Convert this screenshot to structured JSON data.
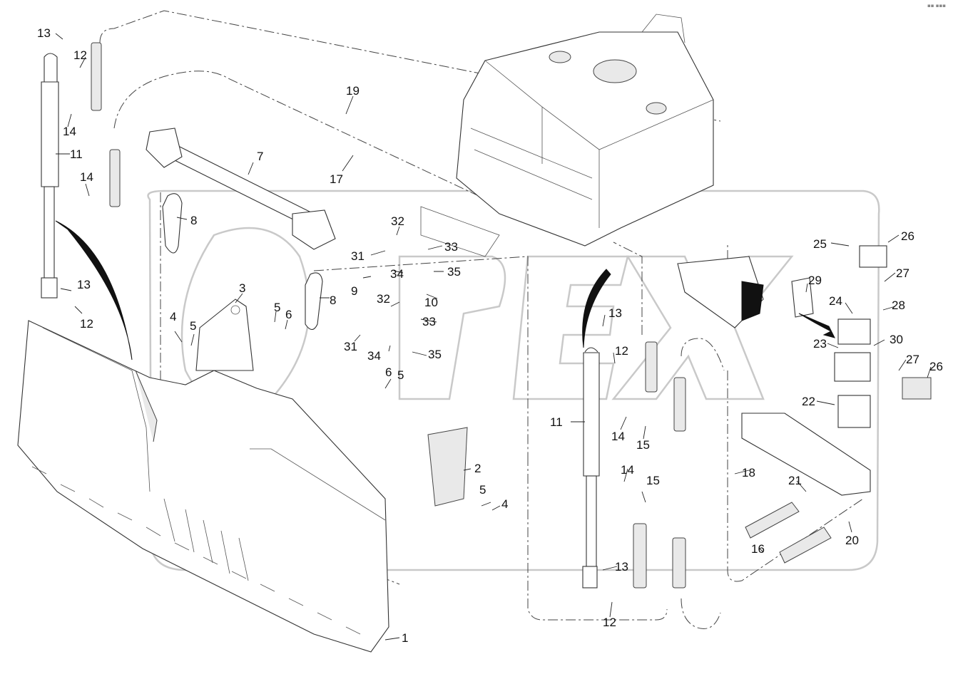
{
  "corner_mark": "▪▪ ▪▪▪",
  "callouts": [
    {
      "id": "c13a",
      "label": "13"
    },
    {
      "id": "c12a",
      "label": "12"
    },
    {
      "id": "c14a",
      "label": "14"
    },
    {
      "id": "c11a",
      "label": "11"
    },
    {
      "id": "c14b",
      "label": "14"
    },
    {
      "id": "c13b",
      "label": "13"
    },
    {
      "id": "c12b",
      "label": "12"
    },
    {
      "id": "c19",
      "label": "19"
    },
    {
      "id": "c17",
      "label": "17"
    },
    {
      "id": "c7",
      "label": "7"
    },
    {
      "id": "c8a",
      "label": "8"
    },
    {
      "id": "c8b",
      "label": "8"
    },
    {
      "id": "c3",
      "label": "3"
    },
    {
      "id": "c4",
      "label": "4"
    },
    {
      "id": "c5a",
      "label": "5"
    },
    {
      "id": "c5b",
      "label": "5"
    },
    {
      "id": "c6a",
      "label": "6"
    },
    {
      "id": "c6b",
      "label": "6"
    },
    {
      "id": "c5c",
      "label": "5"
    },
    {
      "id": "c32a",
      "label": "32"
    },
    {
      "id": "c31a",
      "label": "31"
    },
    {
      "id": "c33a",
      "label": "33"
    },
    {
      "id": "c34a",
      "label": "34"
    },
    {
      "id": "c35a",
      "label": "35"
    },
    {
      "id": "c9",
      "label": "9"
    },
    {
      "id": "c10",
      "label": "10"
    },
    {
      "id": "c32b",
      "label": "32"
    },
    {
      "id": "c33b",
      "label": "33"
    },
    {
      "id": "c31b",
      "label": "31"
    },
    {
      "id": "c34b",
      "label": "34"
    },
    {
      "id": "c35b",
      "label": "35"
    },
    {
      "id": "c2",
      "label": "2"
    },
    {
      "id": "c5d",
      "label": "5"
    },
    {
      "id": "c4b",
      "label": "4"
    },
    {
      "id": "c1",
      "label": "1"
    },
    {
      "id": "c13c",
      "label": "13"
    },
    {
      "id": "c12c",
      "label": "12"
    },
    {
      "id": "c11b",
      "label": "11"
    },
    {
      "id": "c14c",
      "label": "14"
    },
    {
      "id": "c15a",
      "label": "15"
    },
    {
      "id": "c14d",
      "label": "14"
    },
    {
      "id": "c15b",
      "label": "15"
    },
    {
      "id": "c13d",
      "label": "13"
    },
    {
      "id": "c12d",
      "label": "12"
    },
    {
      "id": "c25",
      "label": "25"
    },
    {
      "id": "c26a",
      "label": "26"
    },
    {
      "id": "c27a",
      "label": "27"
    },
    {
      "id": "c29",
      "label": "29"
    },
    {
      "id": "c24",
      "label": "24"
    },
    {
      "id": "c28",
      "label": "28"
    },
    {
      "id": "c23",
      "label": "23"
    },
    {
      "id": "c30",
      "label": "30"
    },
    {
      "id": "c27b",
      "label": "27"
    },
    {
      "id": "c26b",
      "label": "26"
    },
    {
      "id": "c22",
      "label": "22"
    },
    {
      "id": "c18",
      "label": "18"
    },
    {
      "id": "c21",
      "label": "21"
    },
    {
      "id": "c16",
      "label": "16"
    },
    {
      "id": "c20",
      "label": "20"
    }
  ]
}
